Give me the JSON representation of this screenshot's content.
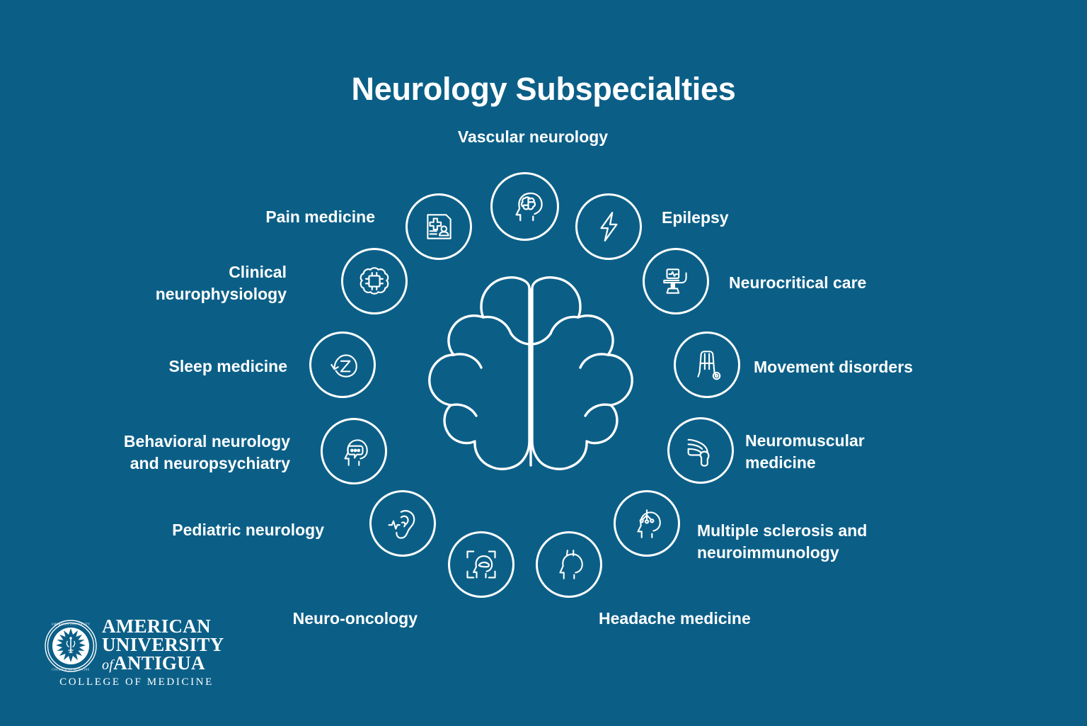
{
  "title": "Neurology Subspecialties",
  "theme": {
    "background": "#0b5f87",
    "foreground": "#ffffff"
  },
  "center": {
    "icon": "brain-top-view-icon"
  },
  "subspecialties": [
    {
      "id": "vascular-neurology",
      "label": "Vascular neurology",
      "icon": "head-with-brain-icon",
      "position": "top"
    },
    {
      "id": "epilepsy",
      "label": "Epilepsy",
      "icon": "lightning-bolt-icon",
      "position": "top-right"
    },
    {
      "id": "neurocritical-care",
      "label": "Neurocritical care",
      "icon": "icu-bed-monitor-icon",
      "position": "right-upper"
    },
    {
      "id": "movement-disorders",
      "label": "Movement disorders",
      "icon": "walker-icon",
      "position": "right"
    },
    {
      "id": "neuromuscular-medicine",
      "label": "Neuromuscular\nmedicine",
      "icon": "knee-joint-icon",
      "position": "right-lower"
    },
    {
      "id": "multiple-sclerosis",
      "label": "Multiple sclerosis and\nneuroimmunology",
      "icon": "head-with-neuron-icon",
      "position": "bottom-right"
    },
    {
      "id": "headache-medicine",
      "label": "Headache medicine",
      "icon": "head-with-pain-icon",
      "position": "bottom-right-inner"
    },
    {
      "id": "neuro-oncology",
      "label": "Neuro-oncology",
      "icon": "head-scan-frame-icon",
      "position": "bottom-left-inner"
    },
    {
      "id": "pediatric-neurology",
      "label": "Pediatric neurology",
      "icon": "ear-soundwave-icon",
      "position": "bottom-left"
    },
    {
      "id": "behavioral-neurology",
      "label": "Behavioral neurology\nand neuropsychiatry",
      "icon": "head-speech-bubble-icon",
      "position": "left-lower"
    },
    {
      "id": "sleep-medicine",
      "label": "Sleep medicine",
      "icon": "sleep-z-icon",
      "position": "left"
    },
    {
      "id": "clinical-neurophysiology",
      "label": "Clinical\nneurophysiology",
      "icon": "brain-chip-icon",
      "position": "left-upper"
    },
    {
      "id": "pain-medicine",
      "label": "Pain medicine",
      "icon": "medical-record-icon",
      "position": "top-left"
    }
  ],
  "brand": {
    "line1": "AMERICAN",
    "line2": "UNIVERSITY",
    "of": "of",
    "line3": "ANTIGUA",
    "tagline": "COLLEGE OF MEDICINE",
    "seal_icon": "university-seal-icon"
  }
}
